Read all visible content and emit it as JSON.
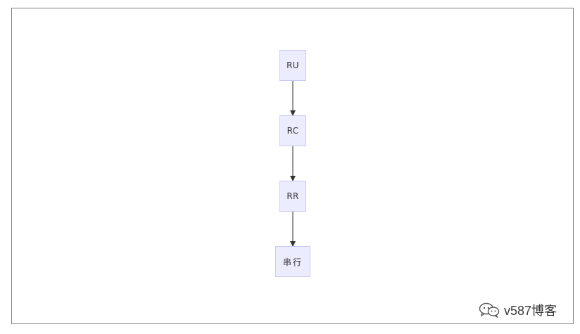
{
  "diagram": {
    "nodes": [
      {
        "id": "ru",
        "label": "RU"
      },
      {
        "id": "rc",
        "label": "RC"
      },
      {
        "id": "rr",
        "label": "RR"
      },
      {
        "id": "serial",
        "label": "串行"
      }
    ],
    "edges": [
      {
        "from": "ru",
        "to": "rc"
      },
      {
        "from": "rc",
        "to": "rr"
      },
      {
        "from": "rr",
        "to": "serial"
      }
    ],
    "colors": {
      "node_fill": "#ececff",
      "node_border": "#c9c9f0",
      "edge": "#333333"
    }
  },
  "watermark": {
    "icon": "wechat-icon",
    "text": "v587博客"
  }
}
